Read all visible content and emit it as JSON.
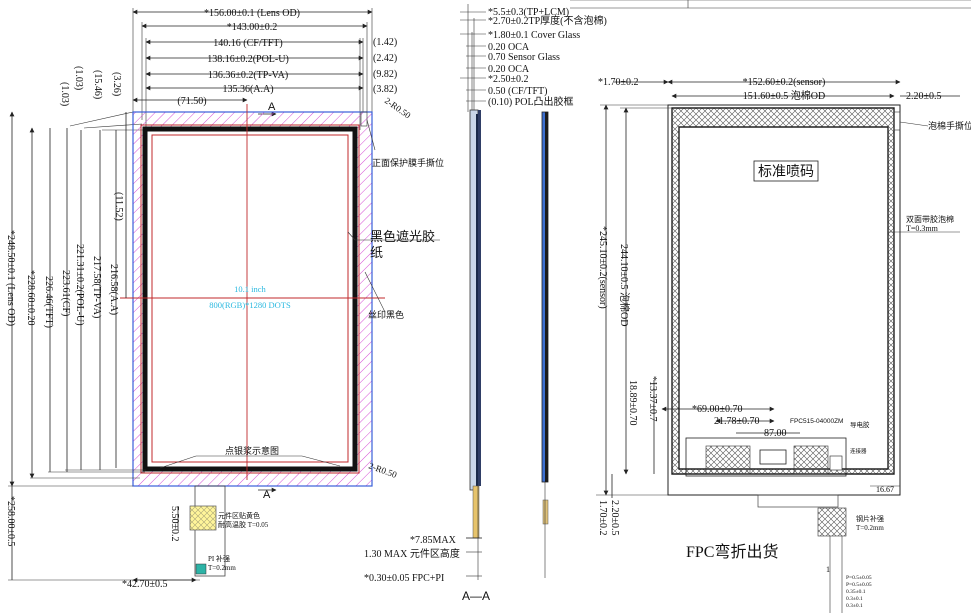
{
  "front": {
    "lens_od_w": "*156.00±0.1 (Lens OD)",
    "w_143": "*143.00±0.2",
    "cf_w": "140.16 (CF/TFT)",
    "pol_w": "138.16±0.2(POL-U)",
    "tpva_w": "136.36±0.2(TP-VA)",
    "aa_w": "135.36(A.A)",
    "r_142": "(1.42)",
    "r_242": "(2.42)",
    "r_982": "(9.82)",
    "r_382": "(3.82)",
    "half_w": "(71.50)",
    "section_a_top": "A",
    "section_a_bottom": "A",
    "v_326": "(3.26)",
    "v_1546": "(15.46)",
    "v_103a": "(1.03)",
    "v_103b": "(1.03)",
    "lens_od_h": "*248.50±0.1 (Lens OD)",
    "h_228": "*228.60±0.20",
    "h_226": "226.46(TFT)",
    "h_223": "223.61(CF)",
    "h_221": "221.31±0.2(POL-U)",
    "h_217": "217.58(TP-VA)",
    "h_216": "216.58(A.A)",
    "v_1152": "(11.52)",
    "corner_r_top": "2-R0.50",
    "corner_r_bottom": "2-R0.50",
    "protect_film": "正面保护膜手撕位",
    "black_tape_1": "黑色遮光胶",
    "black_tape_2": "纸",
    "silk_black": "丝印黑色",
    "panel_size": "10.1 inch",
    "panel_res": "800(RGB)*1280 DOTS",
    "dispense_note": "点银浆示意图",
    "h_258": "*258.00±0.5",
    "fpc_550": "5.50±0.2",
    "fpc_427": "*42.70±0.5",
    "comp_area_1": "元件区贴黄色",
    "comp_area_2": "耐高温胶 T=0.05",
    "pi_1": "PI 补强",
    "pi_2": "T=0.2mm"
  },
  "side": {
    "l1": "*5.5±0.3(TP+LCM)",
    "l2": "*2.70±0.2TP厚度(不含泡棉)",
    "l3": "*1.80±0.1 Cover Glass",
    "l4": "0.20 OCA",
    "l5": "0.70 Sensor Glass",
    "l6": "0.20 OCA",
    "l7": "*2.50±0.2",
    "l8": "0.50 (CF/TFT)",
    "l9": "(0.10) POL凸出胶框",
    "max_785": "*7.85MAX",
    "comp_h": "1.30 MAX 元件区高度",
    "fpc_pi": "*0.30±0.05 FPC+PI",
    "section_title": "A—A"
  },
  "back": {
    "left_170": "*1.70±0.2",
    "sensor_w": "*152.60±0.2(sensor)",
    "foam_w": "151.60±0.5 泡棉OD",
    "right_220": "2.20±0.5",
    "foam_tear": "泡棉手撕位",
    "std_spray": "标准喷码",
    "tape_foam_1": "双面带胶泡棉",
    "tape_foam_2": "T=0.3mm",
    "sensor_h": "*245.10±0.2(sensor)",
    "foam_h": "244.10±0.5 泡棉OD",
    "h_1337": "*13.37±0.7",
    "h_1889": "18.89±0.70",
    "w_6900": "*69.00±0.70",
    "w_2178": "21.78±0.70",
    "w_87": "87.00",
    "fpc_part": "FPC515-04000ZM",
    "glue_label": "导电胶",
    "conn_label": "连接器",
    "w_1667": "16.67",
    "h_220": "2.20±0.5",
    "h_170": "1.70±0.2",
    "steel_1": "钢片补强",
    "steel_2": "T=0.2mm",
    "fpc_bend": "FPC弯折出货",
    "pin_1": "1",
    "p1": "P=0.5±0.05",
    "p2": "P=0.5±0.05",
    "p3": "0.35±0.1",
    "p4": "0.3±0.1",
    "p5": "0.3±0.1"
  }
}
